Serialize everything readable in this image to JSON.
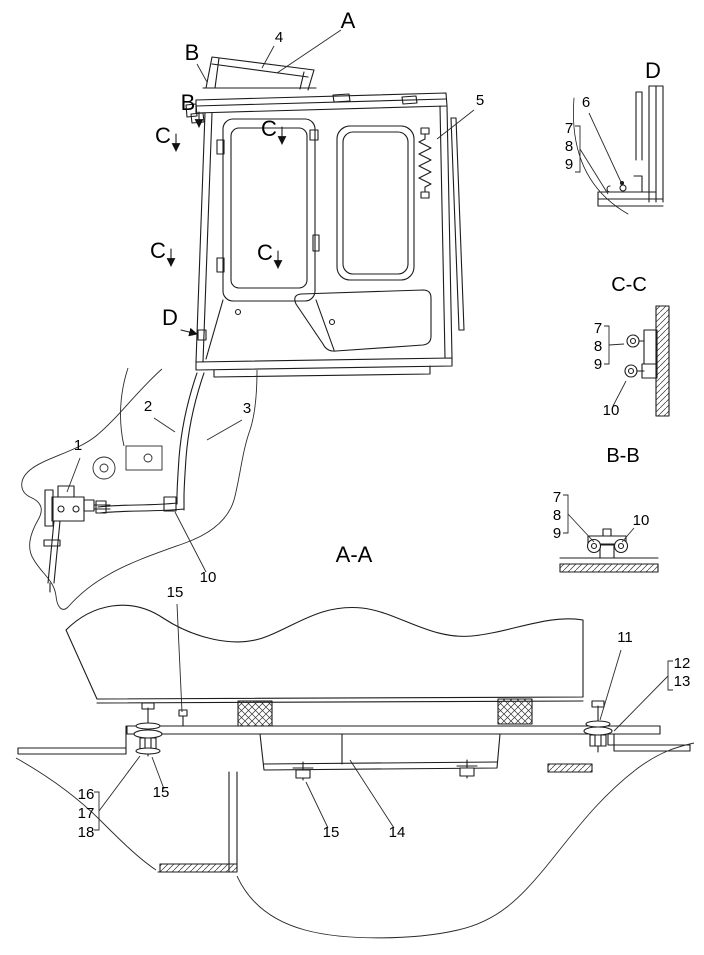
{
  "palette": {
    "background": "#ffffff",
    "line": "#1c1c1c"
  },
  "main_view": {
    "section_a": "A",
    "section_b": "B",
    "section_c": "C",
    "section_d": "D",
    "part_1": "1",
    "part_2": "2",
    "part_3": "3",
    "part_4": "4",
    "part_5": "5",
    "part_10": "10"
  },
  "detail_d": {
    "title": "D",
    "part_6": "6",
    "part_7": "7",
    "part_8": "8",
    "part_9": "9"
  },
  "section_cc": {
    "title": "C-C",
    "part_7": "7",
    "part_8": "8",
    "part_9": "9",
    "part_10": "10"
  },
  "section_bb": {
    "title": "B-B",
    "part_7": "7",
    "part_8": "8",
    "part_9": "9",
    "part_10": "10"
  },
  "section_aa": {
    "title": "A-A",
    "part_11": "11",
    "part_12": "12",
    "part_13": "13",
    "part_14": "14",
    "part_15": "15",
    "part_16": "16",
    "part_17": "17",
    "part_18": "18"
  }
}
